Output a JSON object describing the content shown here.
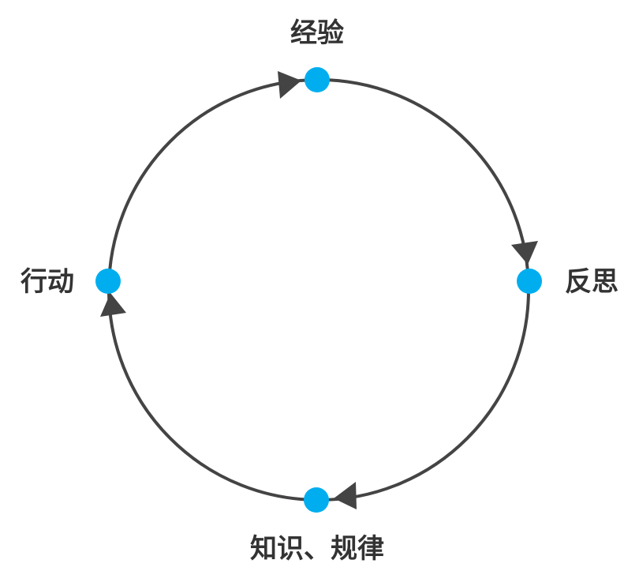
{
  "diagram": {
    "type": "cycle",
    "direction": "clockwise",
    "node_color": "#00AEEF",
    "line_color": "#444444",
    "nodes": [
      {
        "id": "top",
        "label": "经验"
      },
      {
        "id": "right",
        "label": "反思"
      },
      {
        "id": "bottom",
        "label": "知识、规律"
      },
      {
        "id": "left",
        "label": "行动"
      }
    ],
    "edges": [
      {
        "from": "top",
        "to": "right"
      },
      {
        "from": "right",
        "to": "bottom"
      },
      {
        "from": "bottom",
        "to": "left"
      },
      {
        "from": "left",
        "to": "top"
      }
    ]
  }
}
